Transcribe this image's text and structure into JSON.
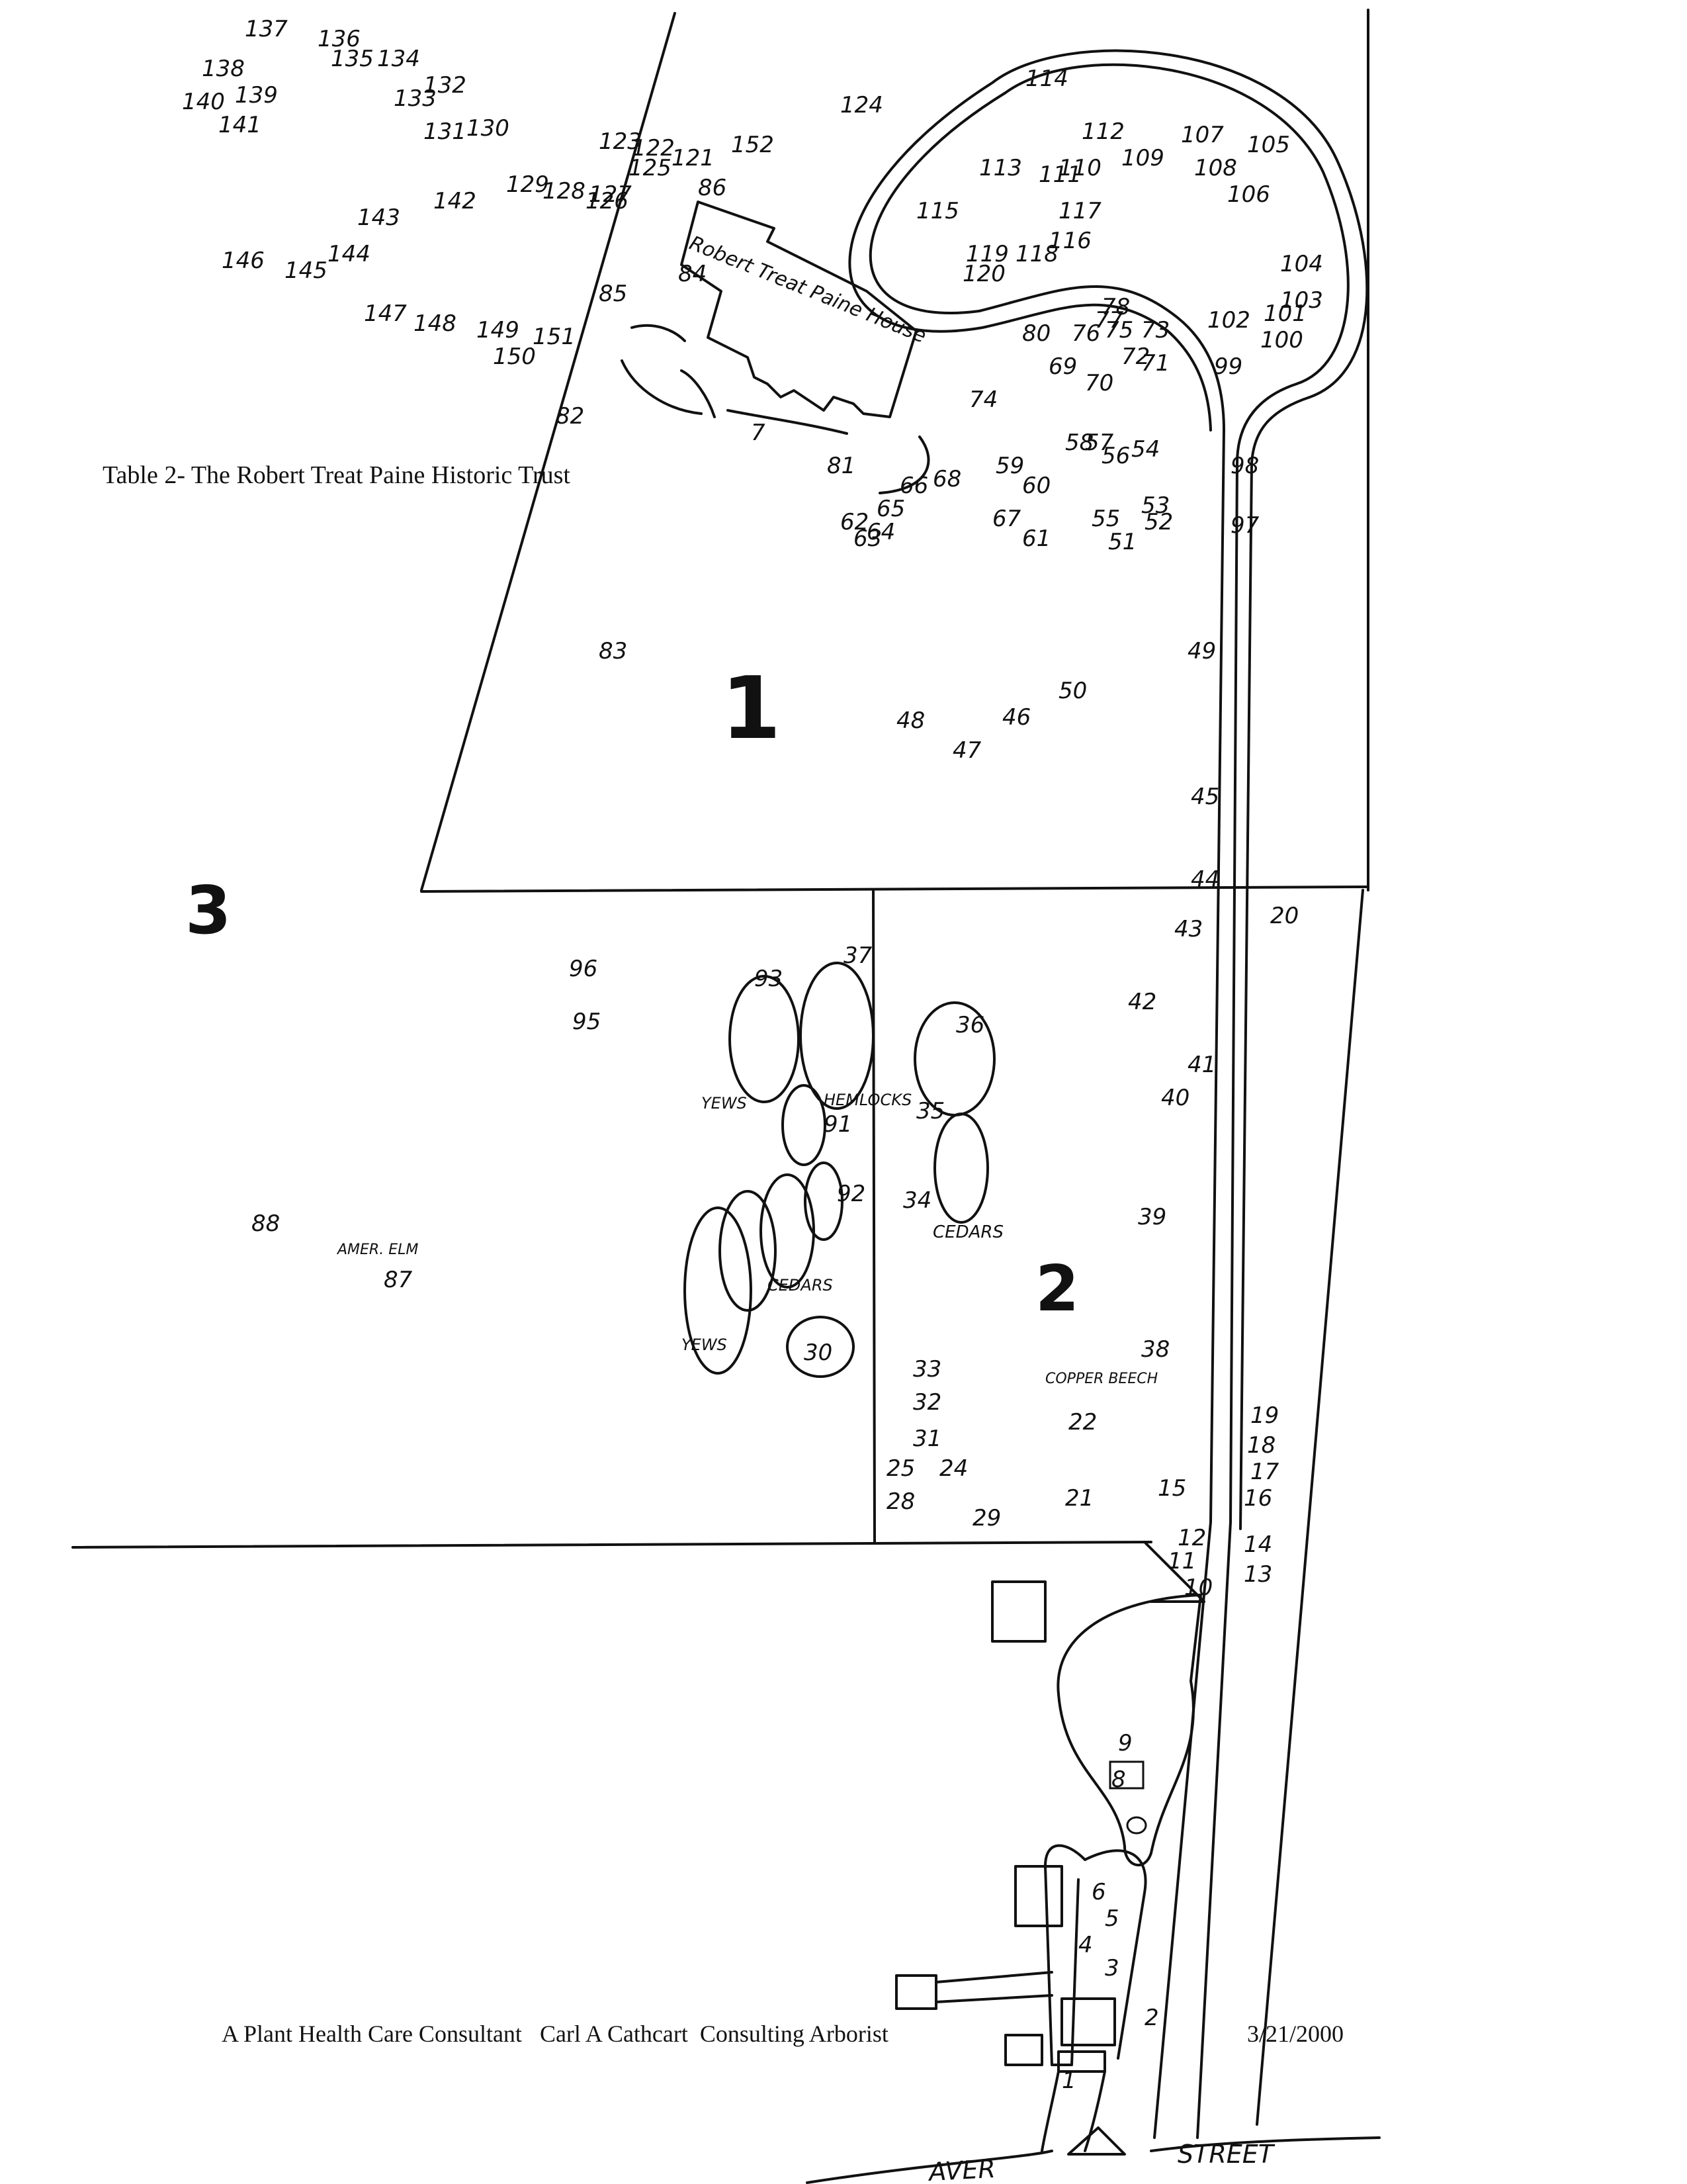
{
  "title": "Table 2- The Robert Treat Paine Historic Trust",
  "footer": {
    "consultant": "A Plant Health Care Consultant   Carl A Cathcart  Consulting Arborist",
    "date": "3/21/2000"
  },
  "house_label": "Robert Treat Paine House",
  "street_labels": {
    "left": "AVER",
    "right": "STREET"
  },
  "zones": [
    "1",
    "2",
    "3"
  ],
  "group_labels": {
    "yews_upper": "YEWS",
    "hemlocks": "HEMLOCKS",
    "cedars_right": "CEDARS",
    "cedars_lower": "CEDARS",
    "yews_lower": "YEWS",
    "amer_elm": "AMER. ELM",
    "copper_beech": "COPPER BEECH"
  },
  "tree_numbers": [
    "1",
    "2",
    "3",
    "4",
    "5",
    "6",
    "7",
    "8",
    "9",
    "10",
    "11",
    "12",
    "13",
    "14",
    "15",
    "16",
    "17",
    "18",
    "19",
    "20",
    "21",
    "22",
    "24",
    "25",
    "28",
    "29",
    "30",
    "31",
    "32",
    "33",
    "34",
    "35",
    "36",
    "37",
    "38",
    "39",
    "40",
    "41",
    "42",
    "43",
    "44",
    "45",
    "46",
    "47",
    "48",
    "49",
    "50",
    "51",
    "52",
    "53",
    "54",
    "55",
    "56",
    "57",
    "58",
    "59",
    "60",
    "61",
    "62",
    "63",
    "64",
    "65",
    "66",
    "67",
    "68",
    "69",
    "70",
    "71",
    "72",
    "73",
    "74",
    "75",
    "76",
    "77",
    "78",
    "80",
    "81",
    "82",
    "83",
    "84",
    "85",
    "86",
    "87",
    "88",
    "91",
    "92",
    "93",
    "95",
    "96",
    "97",
    "98",
    "99",
    "100",
    "101",
    "102",
    "103",
    "104",
    "105",
    "106",
    "107",
    "108",
    "109",
    "110",
    "111",
    "112",
    "113",
    "114",
    "115",
    "116",
    "117",
    "118",
    "119",
    "120",
    "121",
    "122",
    "123",
    "124",
    "125",
    "126",
    "127",
    "128",
    "129",
    "130",
    "131",
    "132",
    "133",
    "134",
    "135",
    "136",
    "137",
    "138",
    "139",
    "140",
    "141",
    "142",
    "143",
    "144",
    "145",
    "146",
    "147",
    "148",
    "149",
    "150",
    "151",
    "152"
  ]
}
